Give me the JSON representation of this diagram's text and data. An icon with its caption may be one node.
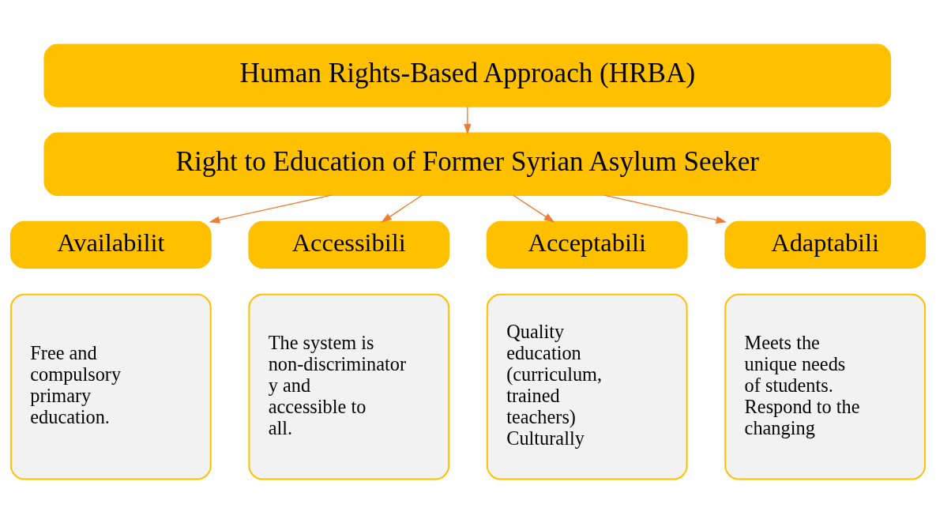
{
  "diagram": {
    "nodes": [
      {
        "text": [
          "Human Rights-Based Approach (HRBA)"
        ]
      },
      {
        "text": [
          "Right to Education of Former Syrian Asylum Seeker"
        ]
      },
      {
        "text": [
          "Availabilit"
        ]
      },
      {
        "text": [
          "Free and compulsory primary education."
        ]
      },
      {
        "text": [
          "Accessibili"
        ]
      },
      {
        "text": [
          "The system is non-discriminator y and accessible to all."
        ]
      },
      {
        "text": [
          "Acceptabili"
        ]
      },
      {
        "text": [
          "Quality education (curriculum, trained teachers) Culturally"
        ]
      },
      {
        "text": [
          "Adaptabili"
        ]
      },
      {
        "text": [
          "Meets the unique needs of students. Respond to the changing"
        ]
      }
    ],
    "edges": [
      {
        "from": 0,
        "to": 1,
        "arrow": "to"
      },
      {
        "from": 1,
        "to": 2,
        "arrow": "to"
      },
      {
        "from": 1,
        "to": 4,
        "arrow": "to"
      },
      {
        "from": 1,
        "to": 6,
        "arrow": "to"
      },
      {
        "from": 1,
        "to": 8,
        "arrow": "to"
      }
    ]
  }
}
